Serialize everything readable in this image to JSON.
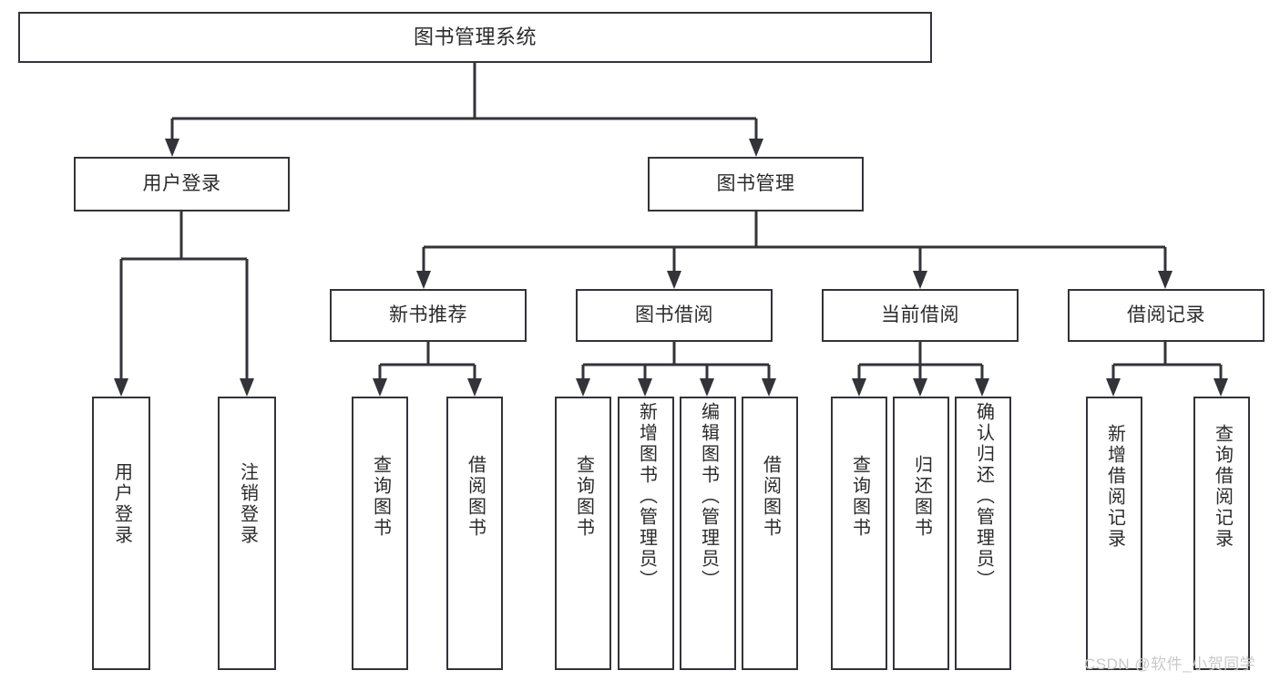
{
  "diagram": {
    "title": "图书管理系统",
    "type": "tree",
    "background": "#ffffff",
    "line_color": "#33333a",
    "box_border_color": "#33333a",
    "text_color": "#2b2b2b",
    "levels": {
      "root": {
        "label": "图书管理系统"
      },
      "level2": [
        {
          "label": "用户登录"
        },
        {
          "label": "图书管理"
        }
      ],
      "level3": [
        {
          "label": "新书推荐"
        },
        {
          "label": "图书借阅"
        },
        {
          "label": "当前借阅"
        },
        {
          "label": "借阅记录"
        }
      ],
      "leaves": {
        "user_login": [
          {
            "label": "用户登录"
          },
          {
            "label": "注销登录"
          }
        ],
        "new_book_recommend": [
          {
            "label": "查询图书"
          },
          {
            "label": "借阅图书"
          }
        ],
        "book_borrow": [
          {
            "label": "查询图书"
          },
          {
            "label": "新增图书（管理员）"
          },
          {
            "label": "编辑图书（管理员）"
          },
          {
            "label": "借阅图书"
          }
        ],
        "current_borrow": [
          {
            "label": "查询图书"
          },
          {
            "label": "归还图书"
          },
          {
            "label": "确认归还（管理员）"
          }
        ],
        "borrow_record": [
          {
            "label": "新增借阅记录"
          },
          {
            "label": "查询借阅记录"
          }
        ]
      }
    }
  },
  "watermark": {
    "text": "CSDN @软件_小贺同学"
  }
}
